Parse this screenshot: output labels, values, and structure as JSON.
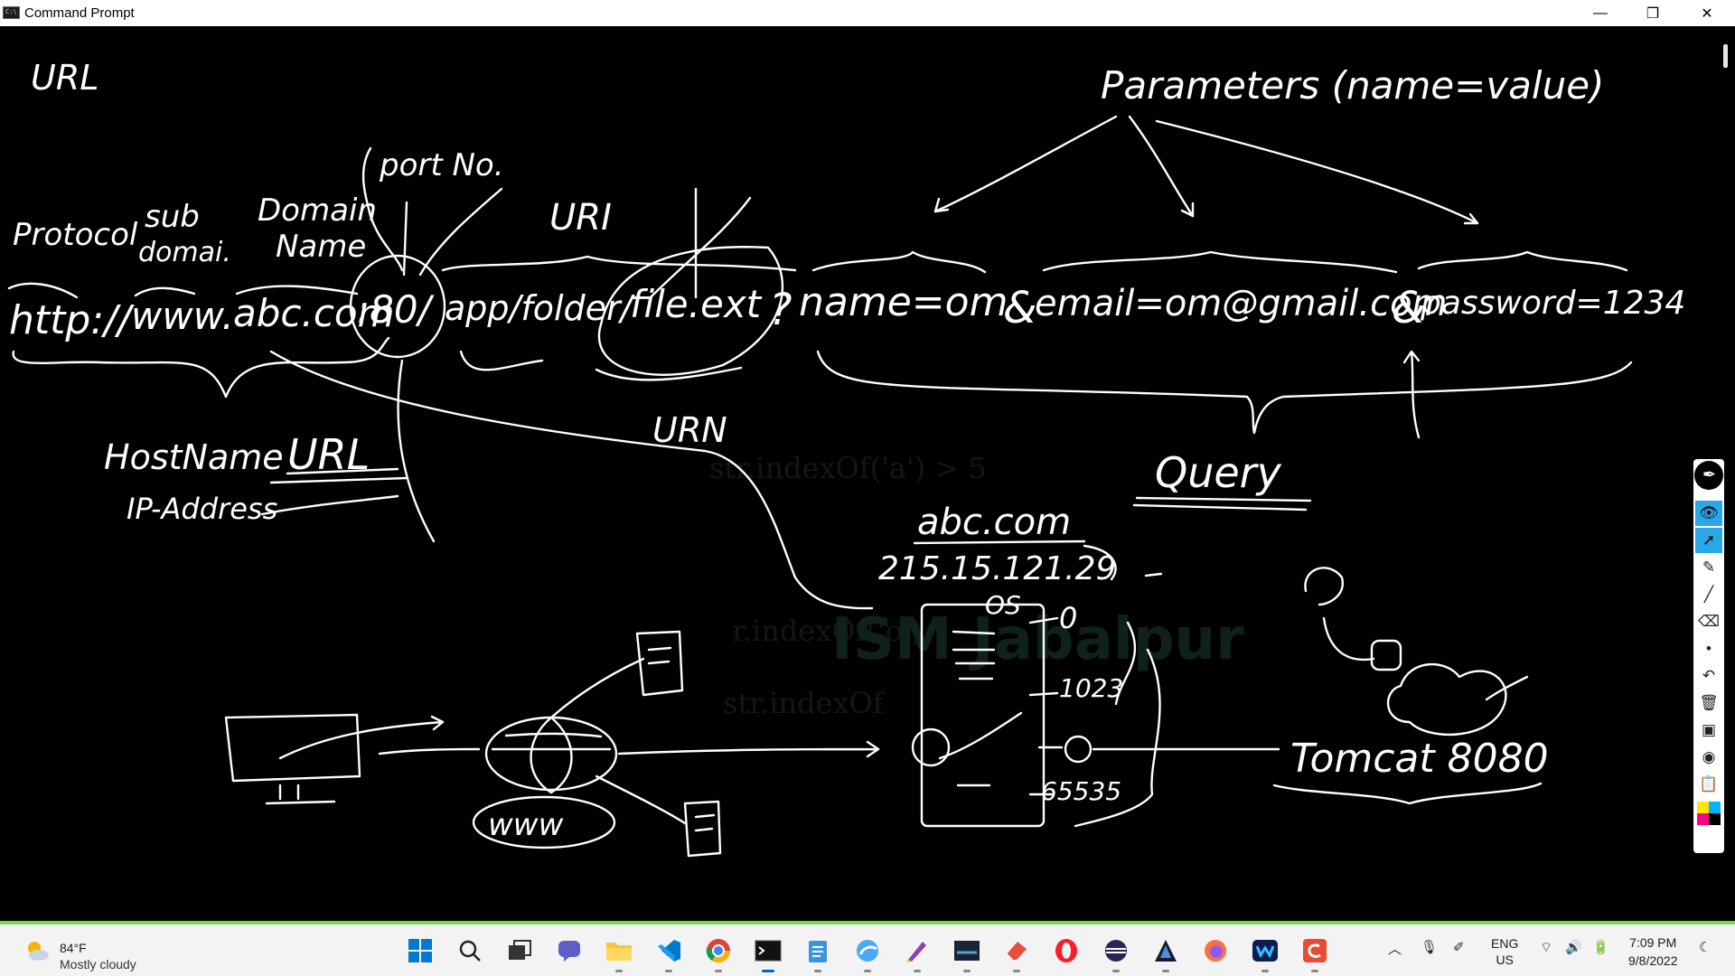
{
  "window": {
    "icon_text": "C:\\",
    "title": "Command Prompt",
    "minimize_glyph": "—",
    "maximize_glyph": "❐",
    "close_glyph": "✕"
  },
  "whiteboard": {
    "heading": "URL",
    "parameters_title": "Parameters (name=value)",
    "port_no": "port No.",
    "uri": "URI",
    "protocol": "Protocol",
    "sub": "sub",
    "domain_short": "domai.",
    "domain": "Domain",
    "name": "Name",
    "url_http": "http://",
    "url_www": "www.",
    "url_host": "abc.com",
    "url_port": ":80/",
    "url_path": "app/folder/",
    "url_file": "file.ext",
    "url_q": "?",
    "q_name": "name=om",
    "q_amp1": "&",
    "q_email": "email=om@gmail.com",
    "q_amp2": "&",
    "q_pass": "password=1234",
    "urn": "URN",
    "hostname": "HostName",
    "url_label": "URL",
    "ip_address": "IP-Address",
    "query": "Query",
    "abc_com": "abc.com",
    "ip": "215.15.121.29",
    "os": "OS",
    "port_0": "0",
    "port_1023": "1023",
    "port_65535": "65535",
    "www": "www",
    "tomcat": "Tomcat 8080"
  },
  "annotation_tools": [
    "pen-icon",
    "eye-icon",
    "pointer-icon",
    "pen-tool-icon",
    "line-icon",
    "eraser-icon",
    "dot-icon",
    "undo-icon",
    "trash-icon",
    "screen-capture-icon",
    "camera-icon",
    "clipboard-icon",
    "color-palette-icon"
  ],
  "taskbar": {
    "weather_temp": "84°F",
    "weather_cond": "Mostly cloudy",
    "language": "ENG",
    "region": "US",
    "time": "7:09 PM",
    "date": "9/8/2022",
    "apps": [
      "start",
      "search",
      "task-view",
      "chat",
      "file-explorer",
      "vscode",
      "chrome",
      "terminal",
      "notepad",
      "browser",
      "pen-app",
      "mysql",
      "eraser-app",
      "opera",
      "eclipse",
      "black-app",
      "firefox",
      "webex",
      "red-app"
    ]
  },
  "colors": {
    "board_bg": "#000000",
    "ink": "#ffffff",
    "taskbar_bg": "#f3f3f3",
    "accent": "#0067c0",
    "green_strip": "#7dd84b"
  }
}
